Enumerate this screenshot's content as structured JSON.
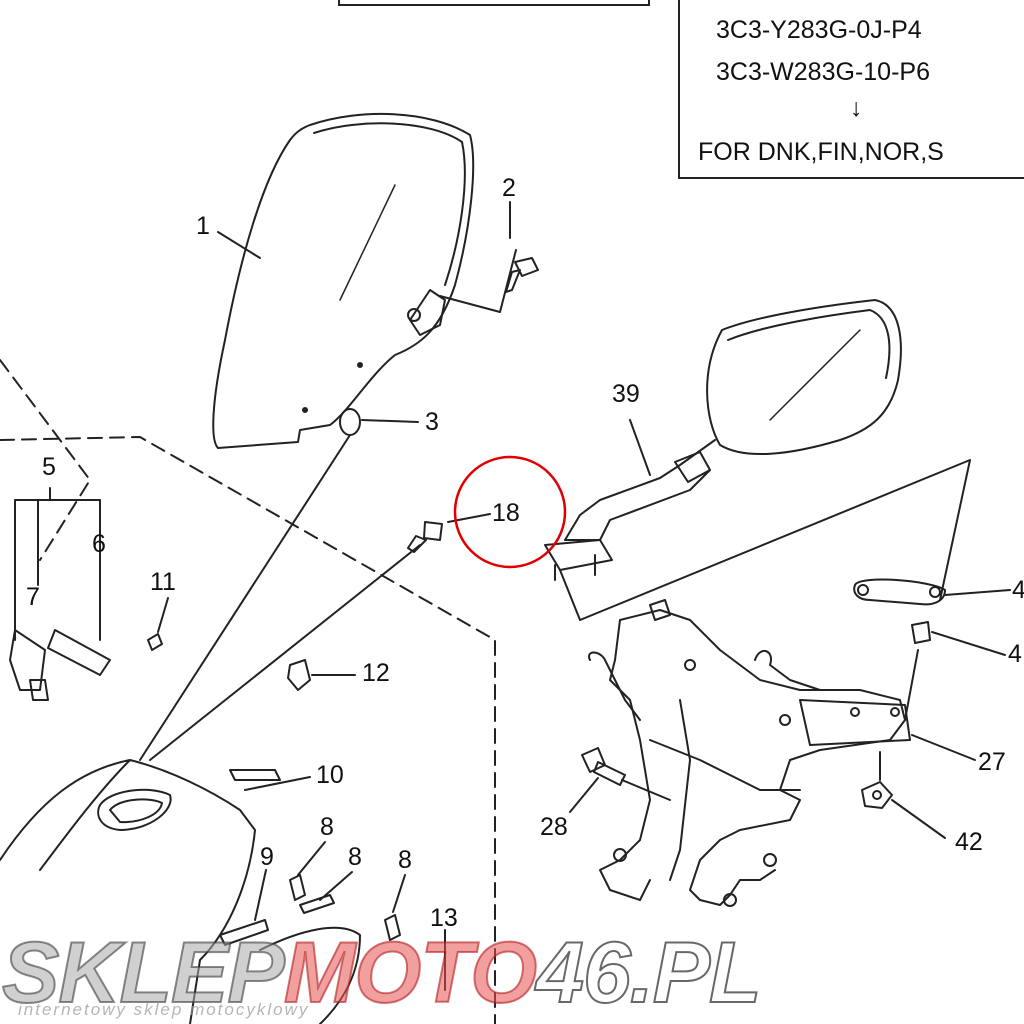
{
  "note": {
    "lines": [
      "3C3-Y283G-0J-P4",
      "3C3-W283G-10-P6",
      "↓",
      "FOR DNK,FIN,NOR,S"
    ]
  },
  "callouts": [
    {
      "id": "1",
      "label": "1"
    },
    {
      "id": "2",
      "label": "2"
    },
    {
      "id": "3",
      "label": "3"
    },
    {
      "id": "5",
      "label": "5"
    },
    {
      "id": "6",
      "label": "6"
    },
    {
      "id": "7",
      "label": "7"
    },
    {
      "id": "11",
      "label": "11"
    },
    {
      "id": "12",
      "label": "12"
    },
    {
      "id": "10",
      "label": "10"
    },
    {
      "id": "18",
      "label": "18"
    },
    {
      "id": "39",
      "label": "39"
    },
    {
      "id": "4a",
      "label": "4"
    },
    {
      "id": "4b",
      "label": "4"
    },
    {
      "id": "27",
      "label": "27"
    },
    {
      "id": "28",
      "label": "28"
    },
    {
      "id": "42",
      "label": "42"
    },
    {
      "id": "8a",
      "label": "8"
    },
    {
      "id": "8b",
      "label": "8"
    },
    {
      "id": "8c",
      "label": "8"
    },
    {
      "id": "9",
      "label": "9"
    },
    {
      "id": "13",
      "label": "13"
    }
  ],
  "highlight": {
    "target": "18",
    "color": "#e00000"
  },
  "watermark": {
    "part1": "SKLEP",
    "part2": "MOTO",
    "part3": "46.PL",
    "tagline": "internetowy sklep motocyklowy",
    "colors": {
      "part1": "#9a9a9a",
      "part2": "#e04a4a",
      "part3": "#ffffff"
    }
  }
}
